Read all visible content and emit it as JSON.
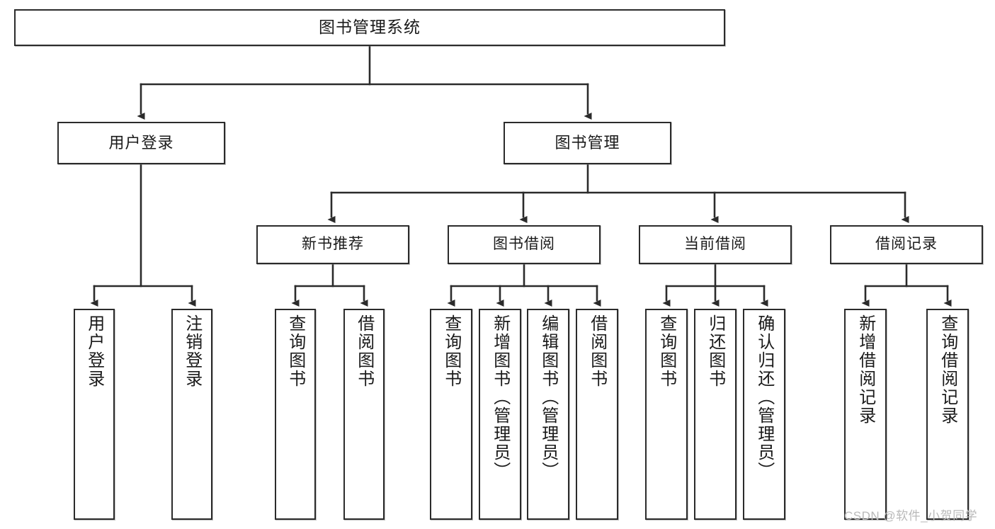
{
  "diagram": {
    "title_node": {
      "label": "图书管理系统"
    },
    "level2": [
      {
        "label": "用户登录"
      },
      {
        "label": "图书管理"
      }
    ],
    "level3": [
      {
        "label": "新书推荐"
      },
      {
        "label": "图书借阅"
      },
      {
        "label": "当前借阅"
      },
      {
        "label": "借阅记录"
      }
    ],
    "leaves": [
      {
        "label": "用户登录"
      },
      {
        "label": "注销登录"
      },
      {
        "label": "查询图书"
      },
      {
        "label": "借阅图书"
      },
      {
        "label": "查询图书"
      },
      {
        "label": "新增图书（管理员）"
      },
      {
        "label": "编辑图书（管理员）"
      },
      {
        "label": "借阅图书"
      },
      {
        "label": "查询图书"
      },
      {
        "label": "归还图书"
      },
      {
        "label": "确认归还（管理员）"
      },
      {
        "label": "新增借阅记录"
      },
      {
        "label": "查询借阅记录"
      }
    ],
    "watermark": "CSDN @软件_小贺同学",
    "colors": {
      "stroke": "#2b2b2b",
      "fill": "#ffffff",
      "text": "#1a1a1a",
      "watermark": "#b9b9b9"
    }
  }
}
